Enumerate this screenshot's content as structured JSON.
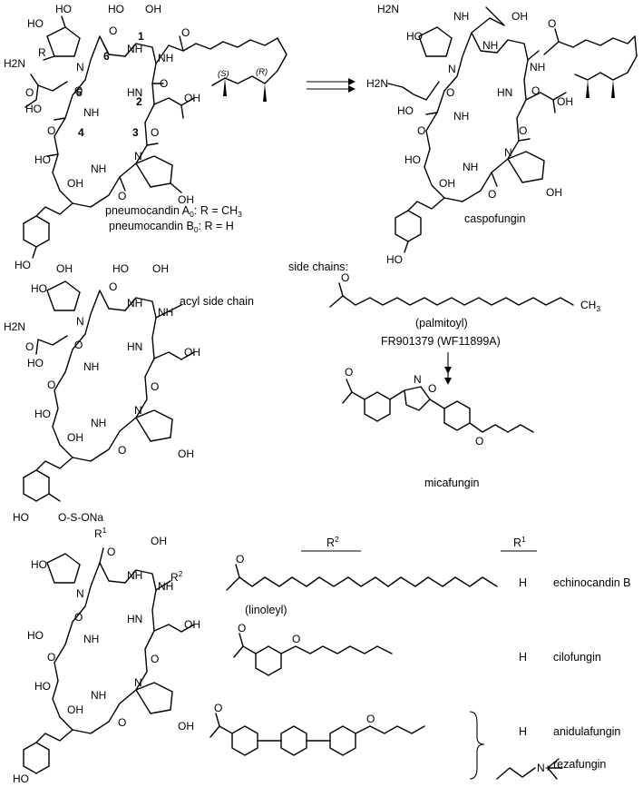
{
  "top_left": {
    "residue_numbers": [
      "1",
      "2",
      "3",
      "4",
      "5",
      "6"
    ],
    "stereo_labels": [
      "(S)",
      "(R)"
    ],
    "r_label": "R",
    "compound_a0_name": "pneumocandin A",
    "compound_a0_sub": "0",
    "compound_a0_r": ": R = CH",
    "compound_a0_r_sub": "3",
    "compound_b0_name": "pneumocandin B",
    "compound_b0_sub": "0",
    "compound_b0_r": ": R = H"
  },
  "top_right": {
    "name": "caspofungin"
  },
  "middle_left": {
    "acyl_label": "acyl side chain",
    "sulfate": "O-S-ONa"
  },
  "middle_right": {
    "side_chains_header": "side chains:",
    "palmitoyl": "(palmitoyl)",
    "ch3": "CH",
    "ch3_sub": "3",
    "fr_code": "FR901379 (WF11899A)",
    "micafungin": "micafungin",
    "isoxazole_n": "N",
    "isoxazole_o": "O"
  },
  "bottom": {
    "r1_label": "R",
    "r1_sup": "1",
    "r2_label": "R",
    "r2_sup": "2",
    "rows": [
      {
        "r1": "H",
        "name": "echinocandin B"
      },
      {
        "r1": "H",
        "name": "cilofungin"
      },
      {
        "r1": "H",
        "name": "anidulafungin"
      },
      {
        "r1": "",
        "name": "rezafungin"
      }
    ],
    "linoleyl": "(linoleyl)"
  },
  "atoms": {
    "oh": "OH",
    "ho": "HO",
    "nh": "NH",
    "hn": "HN",
    "n": "N",
    "o": "O",
    "h2n": "H2N",
    "nplus": "N+"
  }
}
